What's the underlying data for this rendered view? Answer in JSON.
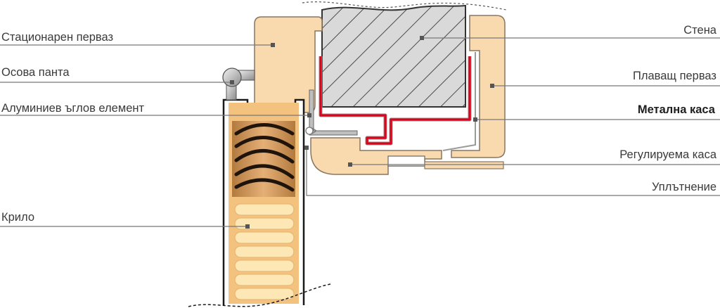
{
  "labels": {
    "stationary_frame": "Стационарен перваз",
    "axis_hinge": "Осова панта",
    "aluminium_corner": "Алуминиев ъглов елемент",
    "leaf": "Крило",
    "wall": "Стена",
    "floating_frame": "Плаващ перваз",
    "metal_frame": "Метална каса",
    "adjustable_frame": "Регулируема каса",
    "seal": "Уплътнение"
  },
  "colors": {
    "frame_fill": "#f9d9ae",
    "frame_stroke": "#8a7560",
    "metal_frame": "#e3001b",
    "wall_hatch": "#444444",
    "wood_dark": "#2a1a10",
    "wood_light": "#fbe9b8",
    "leader": "#777777"
  },
  "icons": {
    "hinge": "hinge-icon",
    "seal": "seal-icon"
  }
}
